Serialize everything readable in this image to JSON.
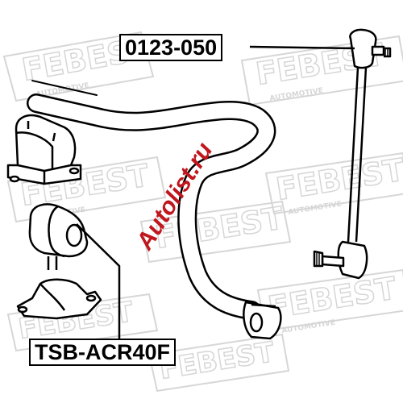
{
  "parts": {
    "stabilizer_link": {
      "part_number": "0123-050"
    },
    "stabilizer_bushing": {
      "part_number": "TSB-ACR40F"
    }
  },
  "watermark": {
    "brand": "FEBEST",
    "sub": "AUTOMOTIVE",
    "color": "#d9d9d9"
  },
  "overlay": {
    "text": "Autolist.ru",
    "color": "#c0161d"
  }
}
